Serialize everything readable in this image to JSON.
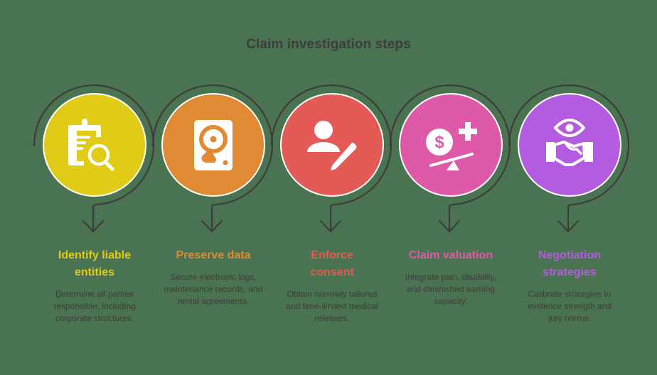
{
  "title": "Claim investigation steps",
  "colors": {
    "background": "#4a7352",
    "line": "#3d3d3d",
    "title_text": "#3d3d3d"
  },
  "steps": [
    {
      "title": "Identify liable entities",
      "description": "Determine all parties responsible, including corporate structures.",
      "icon": "clipboard-search-icon",
      "color": "#e0cc17",
      "title_color": "#e0cc17"
    },
    {
      "title": "Preserve data",
      "description": "Secure electronic logs, maintenance records, and rental agreements.",
      "icon": "hard-drive-icon",
      "color": "#e08a34",
      "title_color": "#e08a34"
    },
    {
      "title": "Enforce consent",
      "description": "Obtain narrowly tailored and time-limited medical releases.",
      "icon": "user-edit-icon",
      "color": "#e35a57",
      "title_color": "#e35a57"
    },
    {
      "title": "Claim valuation",
      "description": "Integrate pain, disability, and diminished earning capacity.",
      "icon": "money-scale-plus-icon",
      "color": "#de5aa8",
      "title_color": "#de5aa8"
    },
    {
      "title": "Negotiation strategies",
      "description": "Calibrate strategies to evidence strength and jury norms.",
      "icon": "eye-handshake-icon",
      "color": "#b45ce0",
      "title_color": "#b45ce0"
    }
  ]
}
